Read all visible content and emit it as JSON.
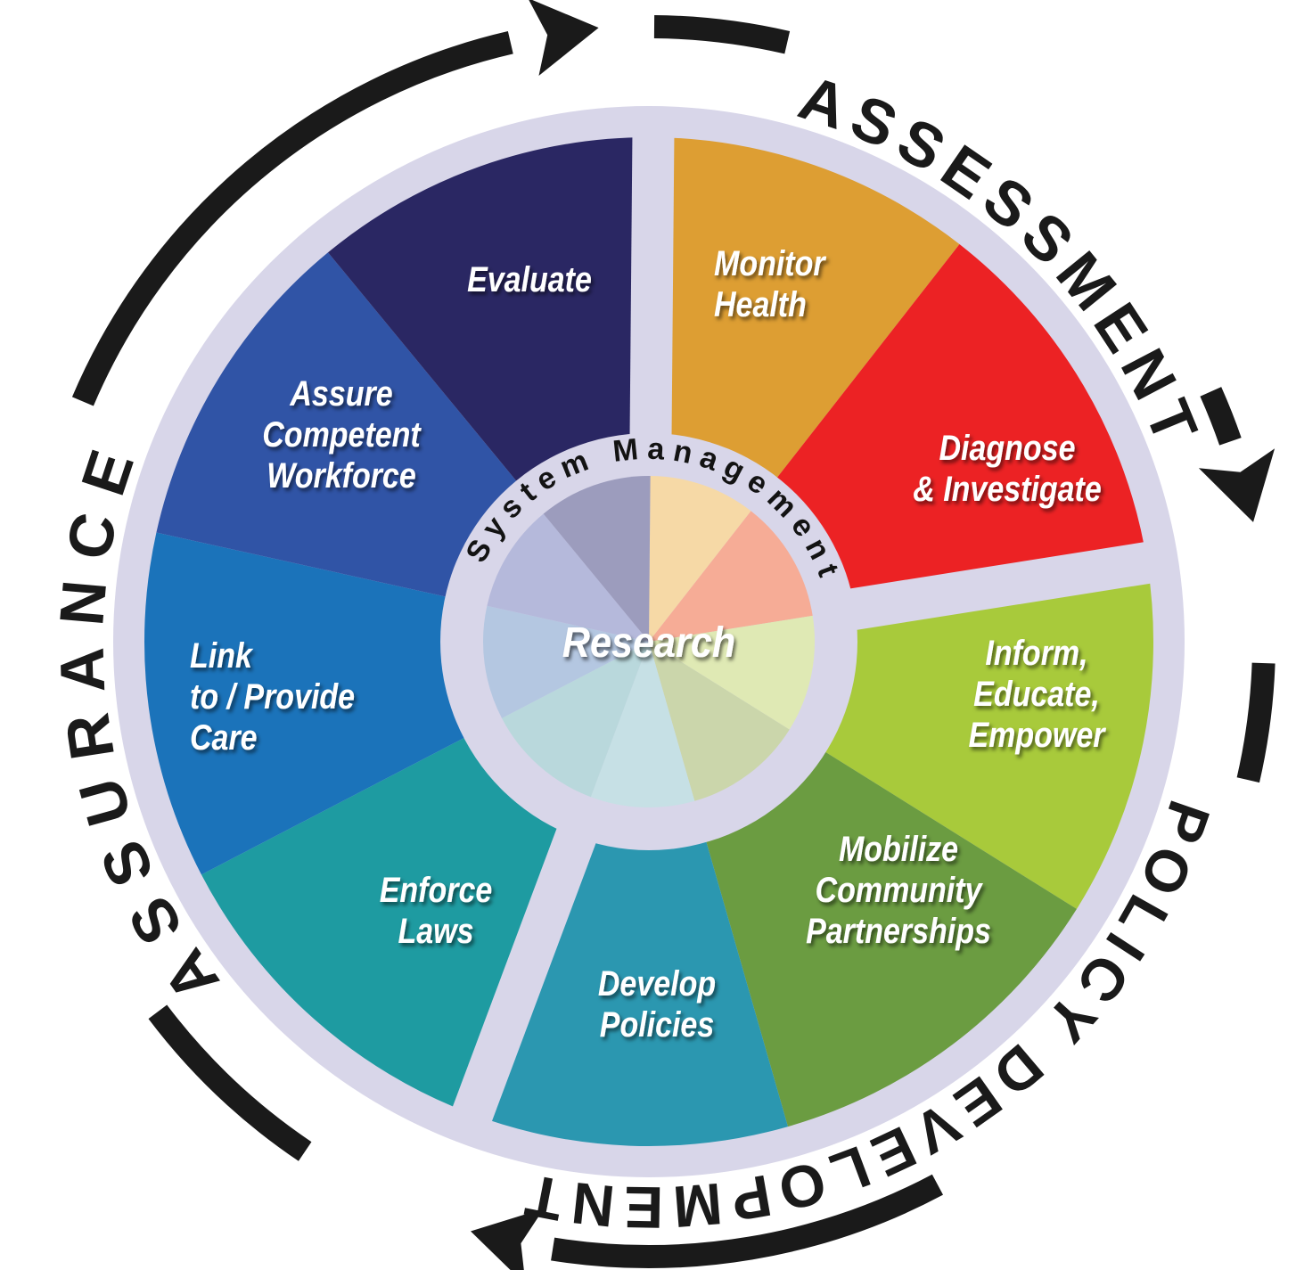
{
  "diagram": {
    "center_label": "Research",
    "inner_ring_label": "System Management",
    "core_functions": [
      {
        "id": "assessment",
        "label": "ASSESSMENT"
      },
      {
        "id": "policy-development",
        "label": "POLICY DEVELOPMENT"
      },
      {
        "id": "assurance",
        "label": "ASSURANCE"
      }
    ],
    "segments": [
      {
        "id": "monitor-health",
        "lines": [
          "Monitor",
          "Health"
        ],
        "color": "#DD9E33",
        "tint": "#F6D9A6"
      },
      {
        "id": "diagnose-investigate",
        "lines": [
          "Diagnose",
          "& Investigate"
        ],
        "color": "#EC2224",
        "tint": "#F6AC96"
      },
      {
        "id": "inform-educate-empower",
        "lines": [
          "Inform,",
          "Educate,",
          "Empower"
        ],
        "color": "#A8CA3B",
        "tint": "#DFE9B4"
      },
      {
        "id": "mobilize-community-partnerships",
        "lines": [
          "Mobilize",
          "Community",
          "Partnerships"
        ],
        "color": "#6B9C41",
        "tint": "#CBD6AB"
      },
      {
        "id": "develop-policies",
        "lines": [
          "Develop",
          "Policies"
        ],
        "color": "#2B97B0",
        "tint": "#C6E0E5"
      },
      {
        "id": "enforce-laws",
        "lines": [
          "Enforce",
          "Laws"
        ],
        "color": "#1E9BA1",
        "tint": "#B9D8DC"
      },
      {
        "id": "link-provide-care",
        "lines": [
          "Link",
          "to / Provide",
          "Care"
        ],
        "color": "#1B73BA",
        "tint": "#B4C7E1"
      },
      {
        "id": "assure-competent-workforce",
        "lines": [
          "Assure",
          "Competent",
          "Workforce"
        ],
        "color": "#3054A6",
        "tint": "#B5B9DB"
      },
      {
        "id": "evaluate",
        "lines": [
          "Evaluate"
        ],
        "color": "#2A2763",
        "tint": "#9C9CBD"
      }
    ],
    "colors": {
      "ring": "#D8D6E9",
      "arrow": "#1A1A1A",
      "background": "#FFFFFF",
      "segment_label_text": "#FFFFFF"
    }
  }
}
